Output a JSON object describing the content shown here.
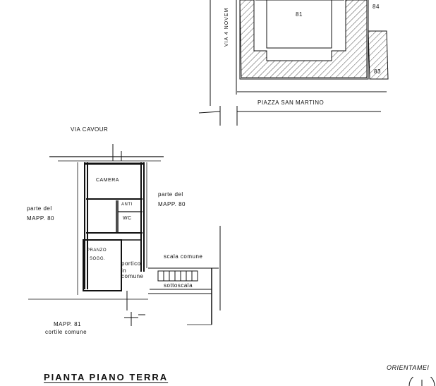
{
  "labels": {
    "street_top": "VIA CAVOUR",
    "street_left": "VIA 4 NOVEM",
    "piazza": "PIAZZA SAN MARTINO",
    "plot_top_center": "81",
    "plot_top_right": "84",
    "plot_bottom_right": "83",
    "camera": "CAMERA",
    "anti": "ANTI",
    "wc": "WC",
    "pranzo_1": "PRANZO",
    "pranzo_2": "SOGG.",
    "portico_1": "portico",
    "portico_2": "in",
    "portico_3": "comune",
    "scala_comune": "scala comune",
    "sottoscala": "sottoscala",
    "parte_left_1": "parte del",
    "parte_left_2": "MAPP. 80",
    "parte_right_1": "parte del",
    "parte_right_2": "MAPP. 80",
    "mapp81_1": "MAPP. 81",
    "mapp81_2": "cortile comune"
  },
  "title": "PIANTA PIANO TERRA",
  "orientation": "ORIENTAMEI"
}
